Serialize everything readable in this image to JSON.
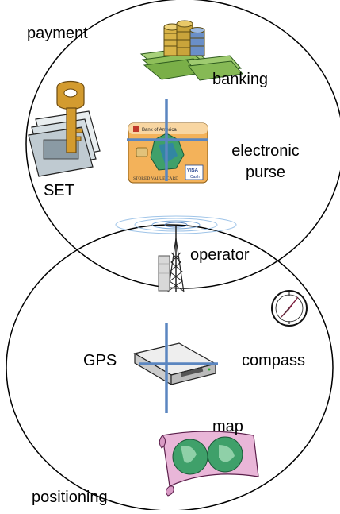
{
  "diagram": {
    "top_circle_label": "payment",
    "bottom_circle_label": "positioning",
    "payment_items": {
      "banking": "banking",
      "electronic_purse_line1": "electronic",
      "electronic_purse_line2": "purse",
      "set": "SET"
    },
    "shared_items": {
      "operator": "operator"
    },
    "positioning_items": {
      "gps": "GPS",
      "compass": "compass",
      "map": "map"
    },
    "card_text": {
      "bank": "Bank of America",
      "stored_value": "STORED VALUE CARD",
      "visa": "VISA",
      "cash": "Cash"
    },
    "icons": [
      "money-stack-icon",
      "key-icon",
      "smart-card-icon",
      "antenna-tower-icon",
      "gps-device-icon",
      "compass-icon",
      "map-icon"
    ],
    "colors": {
      "cross_line": "#5b86c0",
      "outline": "#000000",
      "money_green": "#8fbf5a",
      "coin_gold": "#d8b347",
      "key_gold": "#d39b2f",
      "card_orange": "#f3b25a",
      "map_paper": "#e9b6d8",
      "map_globe": "#3fa06a"
    }
  }
}
